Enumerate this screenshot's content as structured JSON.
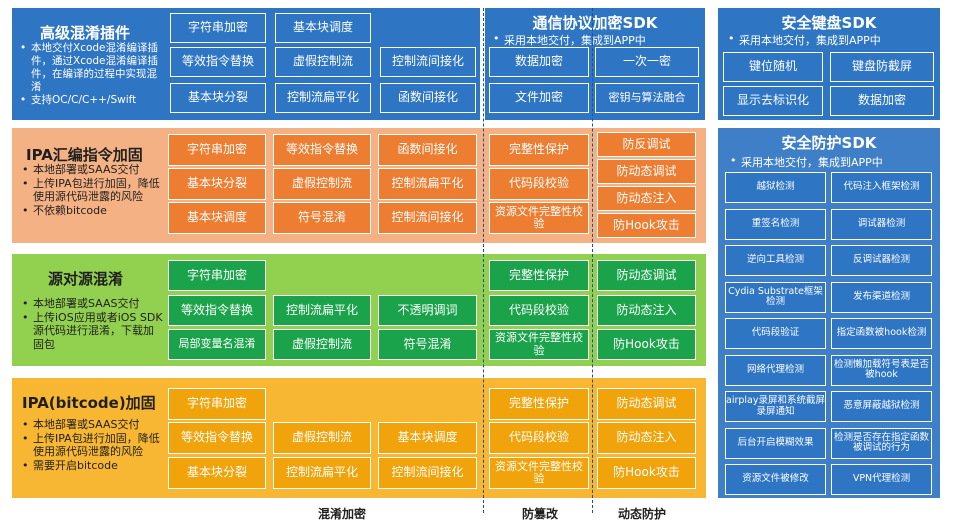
{
  "colors": {
    "blue": "#2e75c4",
    "blue_sdk": "#3f7fc8",
    "orange": "#ed7d31",
    "orange_panel": "#f4b183",
    "green": "#1aa34a",
    "green_panel": "#92d050",
    "gold": "#f0a30a",
    "gold_panel": "#f7b733",
    "divider": "#1f4e9c"
  },
  "blue_section": {
    "title": "高级混淆插件",
    "bullets": [
      "本地交付Xcode混淆编译插件，通过Xcode混淆编译插件，在编译的过程中实现混淆",
      "支持OC/C/C++/Swift"
    ],
    "cells": [
      "字符串加密",
      "基本块调度",
      "等效指令替换",
      "虚假控制流",
      "控制流间接化",
      "基本块分裂",
      "控制流扁平化",
      "函数间接化"
    ]
  },
  "orange_section": {
    "title": "IPA汇编指令加固",
    "bullets": [
      "本地部署或SAAS交付",
      "上传IPA包进行加固，降低使用源代码泄露的风险",
      "不依赖bitcode"
    ],
    "cells": [
      "字符串加密",
      "等效指令替换",
      "函数间接化",
      "基本块分裂",
      "虚假控制流",
      "控制流扁平化",
      "基本块调度",
      "符号混淆",
      "控制流间接化"
    ],
    "tamper": [
      "完整性保护",
      "代码段校验",
      "资源文件完整性校验"
    ],
    "dynamic": [
      "防反调试",
      "防动态调试",
      "防动态注入",
      "防Hook攻击"
    ]
  },
  "green_section": {
    "title": "源对源混淆",
    "bullets": [
      "本地部署或SAAS交付",
      "上传iOS应用或者iOS SDK源代码进行混淆，下载加固包"
    ],
    "cells": [
      "字符串加密",
      "等效指令替换",
      "控制流扁平化",
      "不透明调词",
      "局部变量名混淆",
      "虚假控制流",
      "符号混淆"
    ],
    "tamper": [
      "完整性保护",
      "代码段校验",
      "资源文件完整性校验"
    ],
    "dynamic": [
      "防动态调试",
      "防动态注入",
      "防Hook攻击"
    ]
  },
  "gold_section": {
    "title": "IPA(bitcode)加固",
    "bullets": [
      "本地部署或SAAS交付",
      "上传IPA包进行加固，降低使用源代码泄露的风险",
      "需要开启bitcode"
    ],
    "cells": [
      "字符串加密",
      "等效指令替换",
      "虚假控制流",
      "基本块调度",
      "基本块分裂",
      "控制流扁平化",
      "控制流间接化"
    ],
    "tamper": [
      "完整性保护",
      "代码段校验",
      "资源文件完整性校验"
    ],
    "dynamic": [
      "防动态调试",
      "防动态注入",
      "防Hook攻击"
    ]
  },
  "comm_sdk": {
    "title": "通信协议加密SDK",
    "subtitle": "采用本地交付，集成到APP中",
    "cells": [
      "数据加密",
      "一次一密",
      "文件加密",
      "密钥与算法融合"
    ]
  },
  "keyboard_sdk": {
    "title": "安全键盘SDK",
    "subtitle": "采用本地交付，集成到APP中",
    "cells": [
      "键位随机",
      "键盘防截屏",
      "显示去标识化",
      "数据加密"
    ]
  },
  "protect_sdk": {
    "title": "安全防护SDK",
    "subtitle": "采用本地交付，集成到APP中",
    "cells": [
      "越狱检测",
      "代码注入框架检测",
      "重签名检测",
      "调试器检测",
      "逆向工具检测",
      "反调试器检测",
      "Cydia Substrate框架检测",
      "发布渠道检测",
      "代码段验证",
      "指定函数被hook检测",
      "网络代理检测",
      "检测懒加载符号表是否被hook",
      "airplay录屏和系统截屏录屏通知",
      "恶意屏蔽越狱检测",
      "后台开启模糊效果",
      "检测是否存在指定函数被调试的行为",
      "资源文件被修改",
      "VPN代理检测"
    ]
  },
  "footer": {
    "obfuscation": "混淆加密",
    "tamper": "防篡改",
    "dynamic": "动态防护"
  }
}
